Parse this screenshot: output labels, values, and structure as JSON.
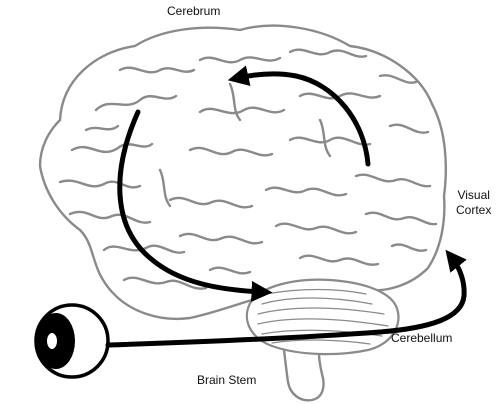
{
  "labels": {
    "cerebrum": "Cerebrum",
    "visual_cortex_line1": "Visual",
    "visual_cortex_line2": "Cortex",
    "cerebellum": "Cerebellum",
    "brain_stem": "Brain Stem"
  },
  "colors": {
    "outline": "#8a8a8a",
    "arrow": "#000000",
    "background": "#ffffff"
  }
}
